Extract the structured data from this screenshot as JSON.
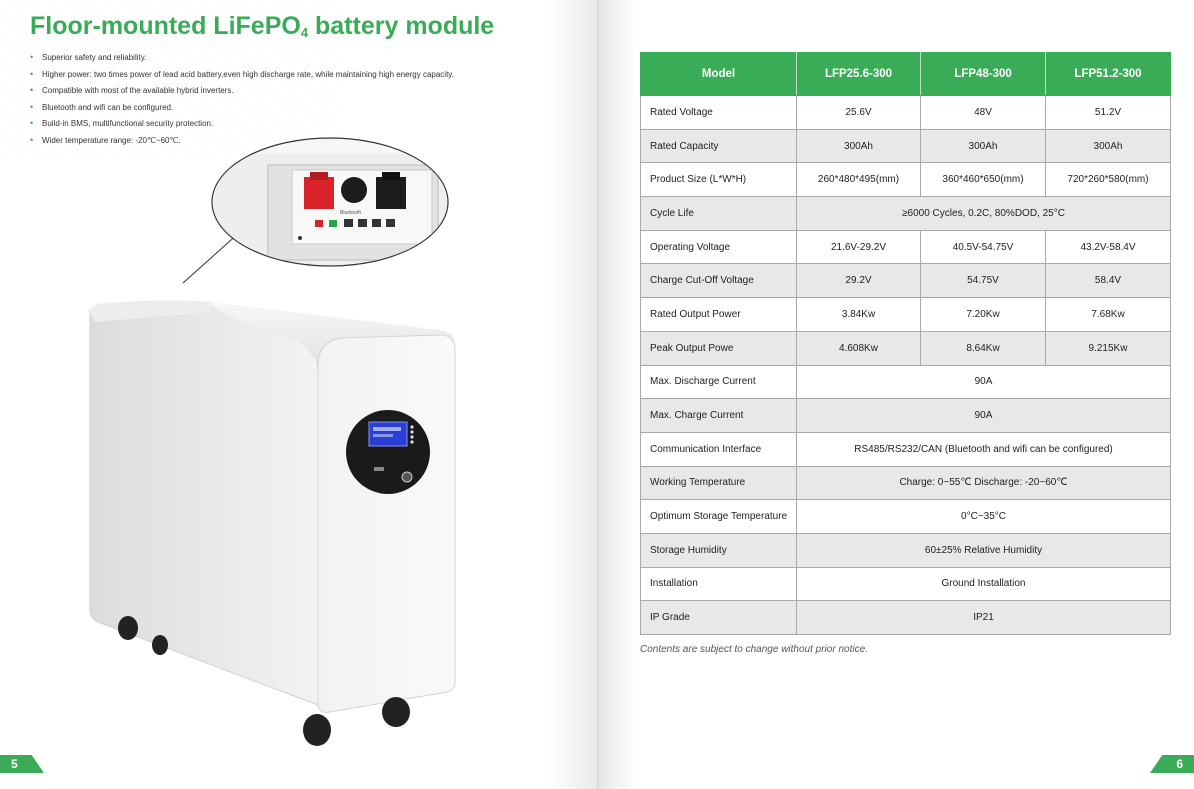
{
  "left_page": {
    "title_main": "Floor-mounted LiFePO",
    "title_sub": "4",
    "title_tail": " battery module",
    "features": [
      "Superior safety and reliability.",
      "Higher power: two times power of lead acid battery,even high discharge rate, while maintaining high energy capacity.",
      "Compatible with most of the available hybrid inverters.",
      "Bluetooth and wifi can be configured.",
      "Build-in BMS, multifunctional security protection.",
      "Wider temperature range: -20℃~60℃."
    ],
    "product_panel_label": "Bluetooth",
    "page_number": "5"
  },
  "right_page": {
    "headers": [
      "Model",
      "LFP25.6-300",
      "LFP48-300",
      "LFP51.2-300"
    ],
    "rows": [
      {
        "label": "Rated Voltage",
        "values": [
          "25.6V",
          "48V",
          "51.2V"
        ]
      },
      {
        "label": "Rated Capacity",
        "values": [
          "300Ah",
          "300Ah",
          "300Ah"
        ]
      },
      {
        "label": "Product Size (L*W*H)",
        "values": [
          "260*480*495(mm)",
          "360*460*650(mm)",
          "720*260*580(mm)"
        ]
      },
      {
        "label": "Cycle Life",
        "values": [
          "≥6000 Cycles, 0.2C, 80%DOD, 25°C"
        ]
      },
      {
        "label": "Operating Voltage",
        "values": [
          "21.6V-29.2V",
          "40.5V-54.75V",
          "43.2V-58.4V"
        ]
      },
      {
        "label": "Charge Cut-Off Voltage",
        "values": [
          "29.2V",
          "54.75V",
          "58.4V"
        ]
      },
      {
        "label": "Rated Output Power",
        "values": [
          "3.84Kw",
          "7.20Kw",
          "7.68Kw"
        ]
      },
      {
        "label": "Peak Output Powe",
        "values": [
          "4.608Kw",
          "8.64Kw",
          "9.215Kw"
        ]
      },
      {
        "label": "Max. Discharge Current",
        "values": [
          "90A"
        ]
      },
      {
        "label": "Max. Charge Current",
        "values": [
          "90A"
        ]
      },
      {
        "label": "Communication Interface",
        "values": [
          "RS485/RS232/CAN (Bluetooth and wifi can be configured)"
        ]
      },
      {
        "label": "Working Temperature",
        "values": [
          "Charge: 0~55℃    Discharge: -20~60℃"
        ]
      },
      {
        "label": "Optimum Storage Temperature",
        "values": [
          "0°C~35°C"
        ]
      },
      {
        "label": "Storage Humidity",
        "values": [
          "60±25% Relative Humidity"
        ]
      },
      {
        "label": "Installation",
        "values": [
          "Ground Installation"
        ]
      },
      {
        "label": "IP Grade",
        "values": [
          "IP21"
        ]
      }
    ],
    "note": "Contents are subject to change without prior notice.",
    "page_number": "6"
  },
  "colors": {
    "brand_green": "#3aac57",
    "row_shade": "#e8e8e8",
    "border": "#a8a8a8"
  }
}
